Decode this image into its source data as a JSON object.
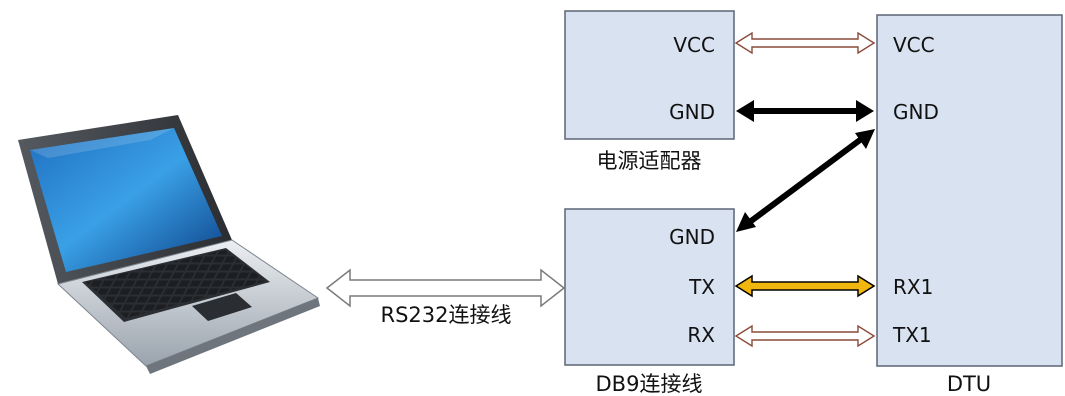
{
  "power_adapter": {
    "title": "电源适配器",
    "pins": {
      "vcc": "VCC",
      "gnd": "GND"
    }
  },
  "db9": {
    "title": "DB9连接线",
    "pins": {
      "gnd": "GND",
      "tx": "TX",
      "rx": "RX"
    }
  },
  "dtu": {
    "title": "DTU",
    "pins": {
      "vcc": "VCC",
      "gnd": "GND",
      "rx1": "RX1",
      "tx1": "TX1"
    }
  },
  "rs232": {
    "label": "RS232连接线"
  },
  "colors": {
    "box_fill": "#d9e2f0",
    "black_arrow": "#000000",
    "yellow_arrow": "#f2b70f",
    "hollow_arrow_brown": "#8a4a3a",
    "hollow_arrow_gray": "#7a7a7a"
  },
  "icons": {
    "computer": "laptop-icon"
  }
}
